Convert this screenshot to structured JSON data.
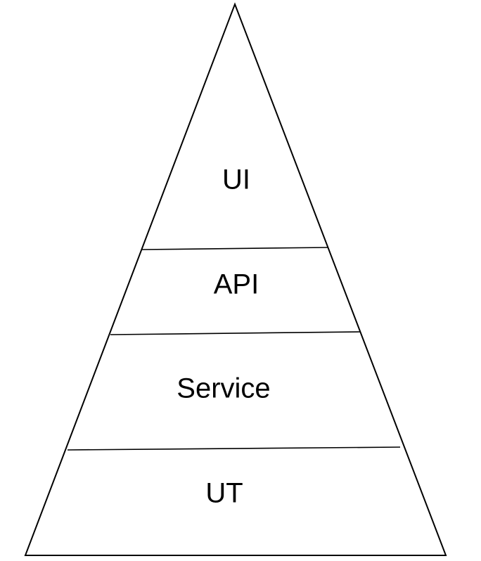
{
  "diagram": {
    "type": "pyramid",
    "layers": [
      {
        "label": "UI"
      },
      {
        "label": "API"
      },
      {
        "label": "Service"
      },
      {
        "label": "UT"
      }
    ]
  }
}
